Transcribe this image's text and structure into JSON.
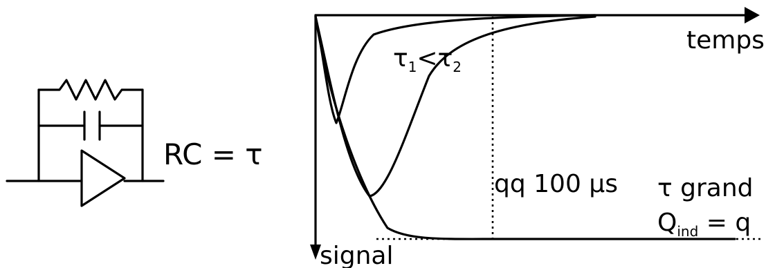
{
  "circuit": {
    "equation": "RC = τ"
  },
  "graph": {
    "x_axis_label": "temps",
    "y_axis_label": "signal",
    "tau_relation": {
      "t1": "τ",
      "sub1": "1",
      "lt": "<",
      "t2": "τ",
      "sub2": "2"
    },
    "time_marker": "qq 100 µs",
    "tau_large": "τ grand",
    "q_ind": {
      "base": "Q",
      "sub": "ind",
      "rest": " = q"
    }
  }
}
